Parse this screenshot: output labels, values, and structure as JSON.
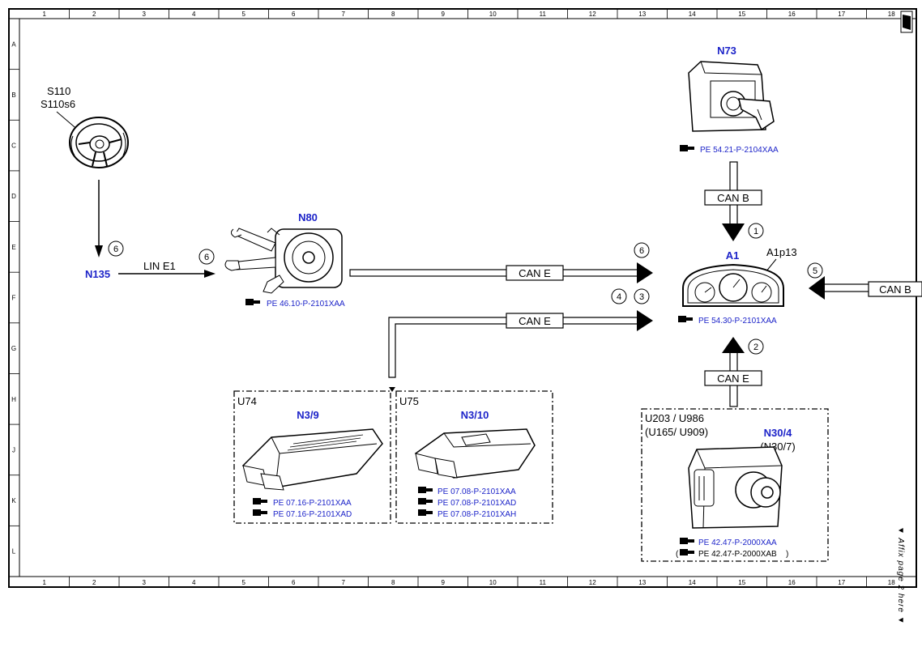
{
  "grid": {
    "columns": [
      "1",
      "2",
      "3",
      "4",
      "5",
      "6",
      "7",
      "8",
      "9",
      "10",
      "11",
      "12",
      "13",
      "14",
      "15",
      "16",
      "17",
      "18"
    ],
    "rows": [
      "A",
      "B",
      "C",
      "D",
      "E",
      "F",
      "G",
      "H",
      "J",
      "K",
      "L"
    ]
  },
  "side_note": "▼ Affix page 2 here ▼",
  "steering_wheel": {
    "label1": "S110",
    "label2": "S110s6"
  },
  "n135": {
    "label": "N135",
    "step": "6"
  },
  "lin_e1": {
    "label": "LIN E1",
    "step": "6"
  },
  "n80": {
    "label": "N80",
    "ref": "PE 46.10-P-2101XAA"
  },
  "n73": {
    "label": "N73",
    "ref": "PE 54.21-P-2104XAA"
  },
  "can_b_top": {
    "label": "CAN B",
    "step": "1"
  },
  "can_e_upper": {
    "label": "CAN E",
    "step": "6"
  },
  "can_e_lower": {
    "label": "CAN E",
    "step_a": "4",
    "step_b": "3"
  },
  "a1": {
    "label": "A1",
    "sublabel": "A1p13",
    "ref": "PE 54.30-P-2101XAA"
  },
  "can_b_right": {
    "label": "CAN B",
    "step": "5"
  },
  "can_e_bottom": {
    "label": "CAN E",
    "step": "2"
  },
  "u74": {
    "group": "U74",
    "label": "N3/9",
    "refs": [
      "PE 07.16-P-2101XAA",
      "PE 07.16-P-2101XAD"
    ]
  },
  "u75": {
    "group": "U75",
    "label": "N3/10",
    "refs": [
      "PE 07.08-P-2101XAA",
      "PE 07.08-P-2101XAD",
      "PE 07.08-P-2101XAH"
    ]
  },
  "u203": {
    "group1": "U203 / U986",
    "group2": "(U165/ U909)",
    "label": "N30/4",
    "label_alt": "(N30/7)",
    "ref1": "PE 42.47-P-2000XAA",
    "ref2": "PE 42.47-P-2000XAB",
    "ref2_prefix": "(",
    "ref2_suffix": ")"
  }
}
